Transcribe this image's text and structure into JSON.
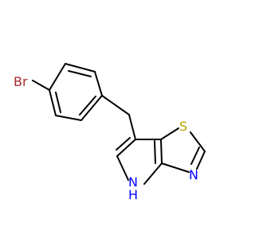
{
  "molecule": {
    "atoms": {
      "br": {
        "text": "Br"
      },
      "s": {
        "text": "S"
      },
      "n": {
        "text": "N"
      },
      "nh_n": {
        "text": "N"
      },
      "nh_h": {
        "text": "H"
      }
    }
  },
  "colors": {
    "bond": "#000000",
    "bromine": "#a52a2a",
    "sulfur": "#b8a200",
    "nitrogen": "#0000ff"
  }
}
